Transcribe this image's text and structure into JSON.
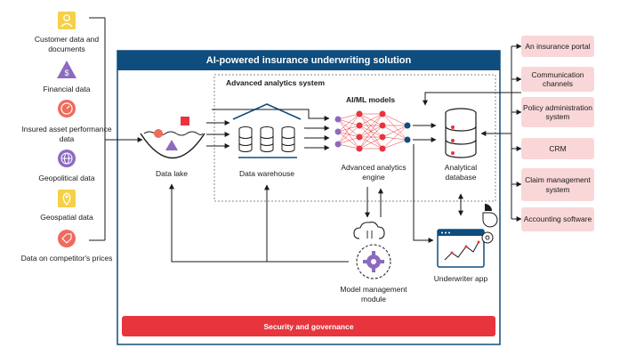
{
  "title": "AI-powered insurance underwriting solution",
  "subsystem_title": "Advanced analytics system",
  "ml_title": "AI/ML models",
  "security": "Security and governance",
  "sources": [
    {
      "label": "Customer data and documents",
      "icon": "person-icon"
    },
    {
      "label": "Financial data",
      "icon": "dollar-icon"
    },
    {
      "label": "Insured asset performance data",
      "icon": "gauge-icon"
    },
    {
      "label": "Geopolitical data",
      "icon": "globe-icon"
    },
    {
      "label": "Geospatial data",
      "icon": "map-pin-icon"
    },
    {
      "label": "Data on competitor's prices",
      "icon": "price-tag-icon"
    }
  ],
  "nodes": {
    "data_lake": "Data lake",
    "data_warehouse": "Data warehouse",
    "analytics_engine": "Advanced analytics engine",
    "analytical_db": "Analytical database",
    "model_mgmt": "Model management module",
    "underwriter_app": "Underwriter app"
  },
  "targets": [
    "An insurance portal",
    "Communication channels",
    "Policy administration system",
    "CRM",
    "Claim management system",
    "Accounting software"
  ],
  "colors": {
    "navy": "#0e4d7e",
    "red": "#e8343d",
    "pink": "#f9d7d9",
    "yellow": "#f6d046",
    "purple": "#8c6bbf",
    "coral": "#ef6b5d"
  }
}
